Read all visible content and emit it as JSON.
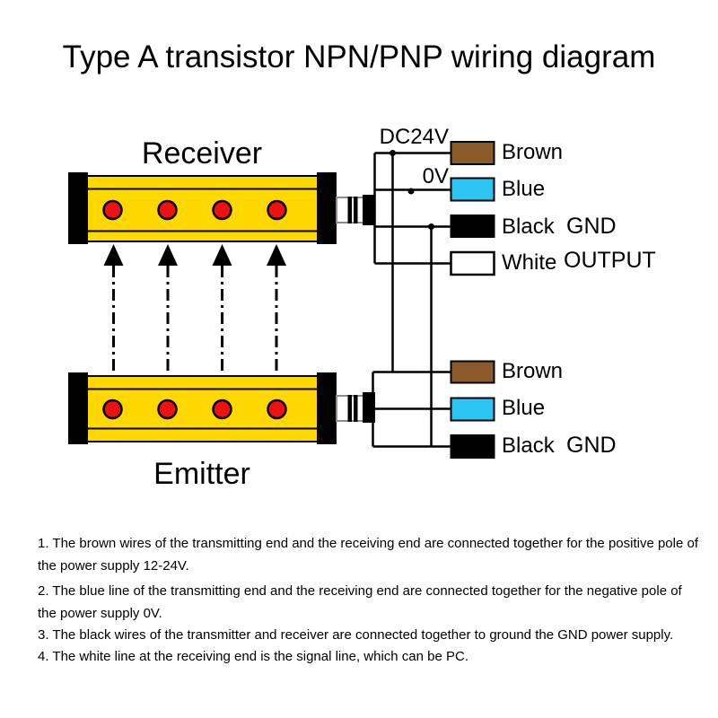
{
  "title": "Type A transistor NPN/PNP wiring diagram",
  "colors": {
    "brown": "#8B5A2B",
    "blue": "#2BC4F3",
    "black": "#000000",
    "white": "#FFFFFF",
    "sensor_yellow": "#FFD800",
    "beam_red": "#EE1111"
  },
  "receiver": {
    "label": "Receiver",
    "supply_labels": {
      "positive": "DC24V",
      "negative": "0V"
    },
    "wires": [
      {
        "label": "Brown"
      },
      {
        "label": "Blue"
      },
      {
        "label": "Black",
        "annotation": "GND"
      },
      {
        "label": "White",
        "annotation": "OUTPUT"
      }
    ]
  },
  "emitter": {
    "label": "Emitter",
    "wires": [
      {
        "label": "Brown"
      },
      {
        "label": "Blue"
      },
      {
        "label": "Black",
        "annotation": "GND"
      }
    ]
  },
  "notes": {
    "lines": [
      "1. The brown wires of the transmitting end and the receiving end are connected together for the positive pole of",
      "the power supply 12-24V.",
      "2. The blue line of the transmitting end and the receiving end are connected together for the negative pole of",
      "the power supply 0V.",
      "3. The black wires of the transmitter and receiver are connected together to ground the GND power supply.",
      "4. The white line at the receiving end is the signal line, which can be PC."
    ]
  }
}
